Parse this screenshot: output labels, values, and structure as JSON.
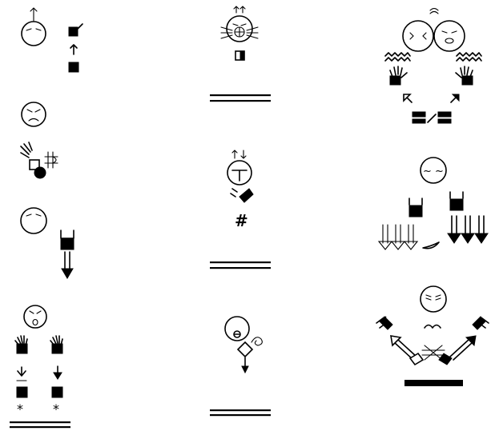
{
  "document": {
    "type": "SignWriting columns",
    "column_count": 3
  },
  "columns": [
    {
      "id": "left",
      "signs": [
        "sign-1",
        "sign-2",
        "sign-3",
        "sign-4"
      ]
    },
    {
      "id": "middle",
      "signs": [
        "sign-5",
        "sign-6",
        "sign-7"
      ]
    },
    {
      "id": "right",
      "signs": [
        "sign-8",
        "sign-9",
        "sign-10"
      ]
    }
  ],
  "marks": {
    "asterisk": "*",
    "hash": "#",
    "tilde_eyes": "~ ~"
  },
  "colors": {
    "ink": "#000000",
    "paper": "#ffffff"
  }
}
